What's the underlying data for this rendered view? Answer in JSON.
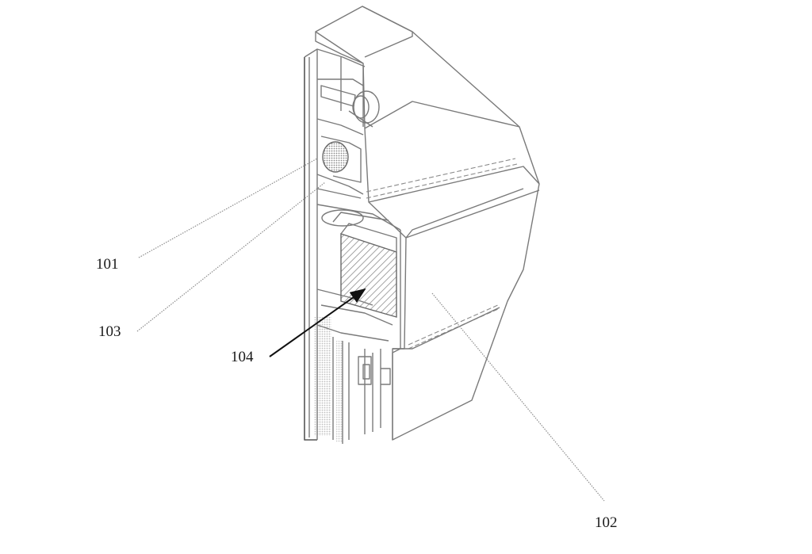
{
  "figure": {
    "labels": {
      "l101": "101",
      "l102": "102",
      "l103": "103",
      "l104": "104"
    }
  },
  "colors": {
    "line": "#7a7a7a",
    "leader": "#8d8d8d",
    "arrow": "#111111",
    "hatch": "#8a8a8a",
    "background": "#ffffff"
  }
}
